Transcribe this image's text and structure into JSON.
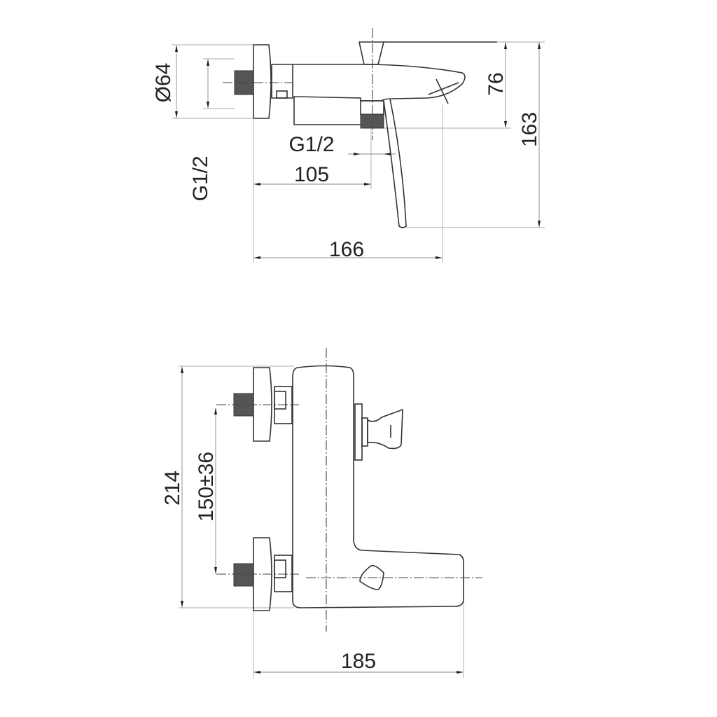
{
  "side_view": {
    "dim_flange_diameter": "Ø64",
    "dim_inlet_thread": "G1/2",
    "dim_spout_height": "76",
    "dim_total_height": "163",
    "dim_outlet_thread": "G1/2",
    "dim_outlet_distance": "105",
    "dim_total_depth": "166"
  },
  "front_view": {
    "dim_height": "214",
    "dim_inlet_spacing": "150±36",
    "dim_width": "185"
  }
}
